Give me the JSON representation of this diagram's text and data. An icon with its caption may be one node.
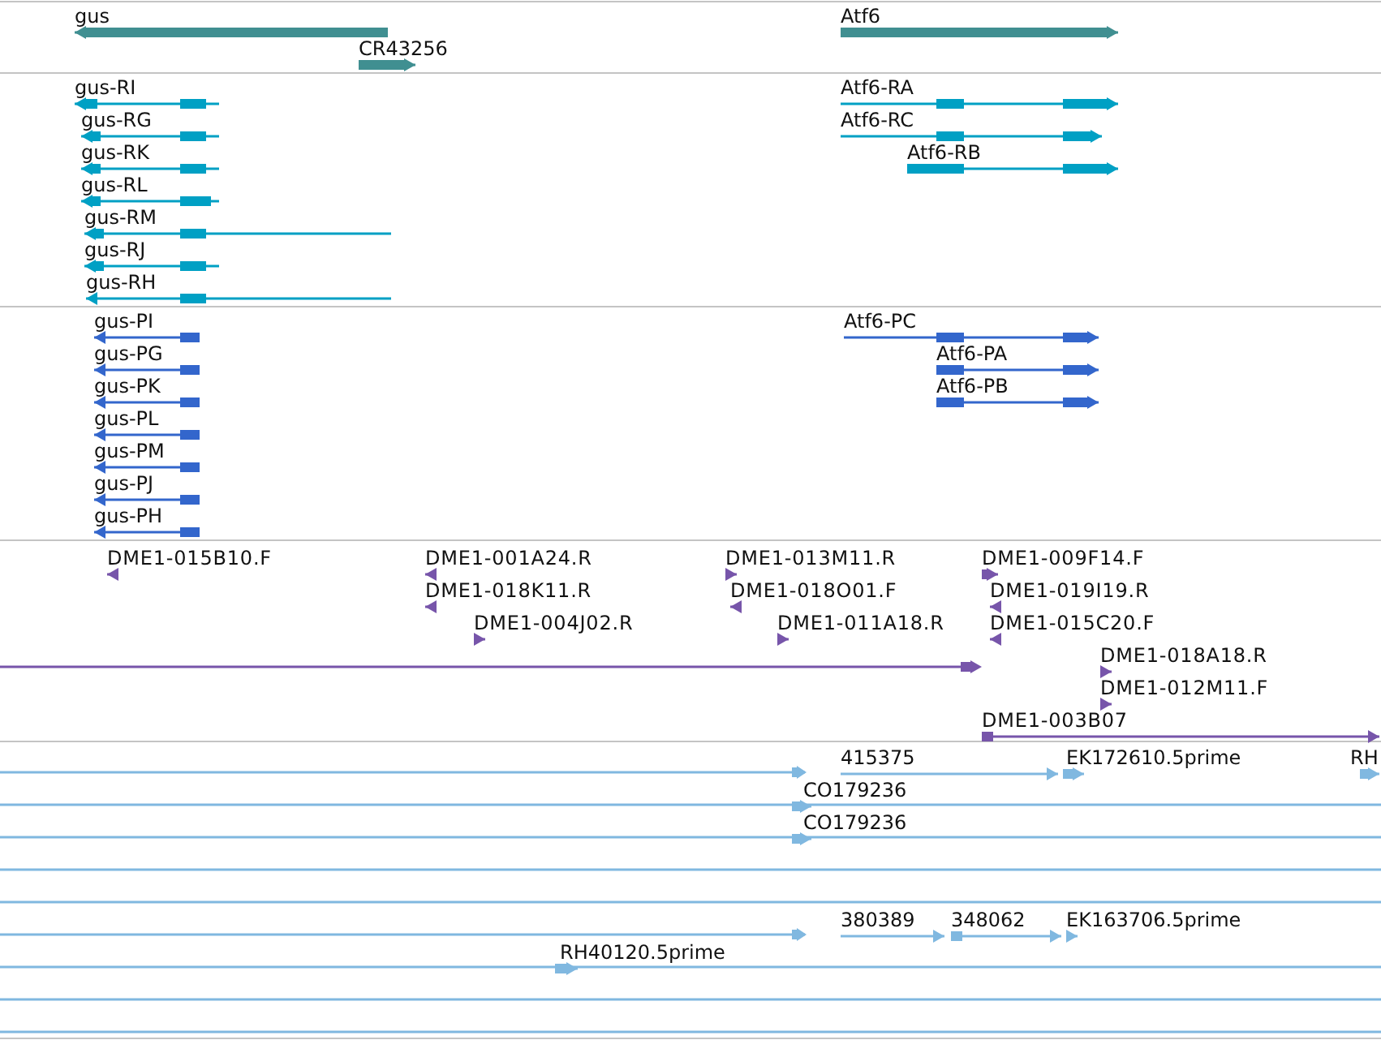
{
  "diagram": {
    "nodes": [
      {
        "text": [
          "gus"
        ]
      },
      {
        "text": [
          "Atf6"
        ]
      },
      {
        "text": [
          "CR43256"
        ]
      },
      {
        "text": [
          "gus-RI"
        ]
      },
      {
        "text": [
          "Atf6-RA"
        ]
      },
      {
        "text": [
          "gus-RG"
        ]
      },
      {
        "text": [
          "Atf6-RC"
        ]
      },
      {
        "text": [
          "gus-RK"
        ]
      },
      {
        "text": [
          "Atf6-RB"
        ]
      },
      {
        "text": [
          "gus-RL"
        ]
      },
      {
        "text": [
          "gus-RM"
        ]
      },
      {
        "text": [
          "gus-RJ"
        ]
      },
      {
        "text": [
          "gus-RH"
        ]
      },
      {
        "text": [
          "gus-PI"
        ]
      },
      {
        "text": [
          "Atf6-PC"
        ]
      },
      {
        "text": [
          "gus-PG"
        ]
      },
      {
        "text": [
          "Atf6-PA"
        ]
      },
      {
        "text": [
          "gus-PK"
        ]
      },
      {
        "text": [
          "Atf6-PB"
        ]
      },
      {
        "text": [
          "gus-PL"
        ]
      },
      {
        "text": [
          "gus-PM"
        ]
      },
      {
        "text": [
          "gus-PJ"
        ]
      },
      {
        "text": [
          "gus-PH"
        ]
      },
      {
        "text": [
          "DME1-015B10.F"
        ]
      },
      {
        "text": [
          "DME1-001A24.R"
        ]
      },
      {
        "text": [
          "DME1-013M11.R"
        ]
      },
      {
        "text": [
          "DME1-009F14.F"
        ]
      },
      {
        "text": [
          "DME1-018K11.R"
        ]
      },
      {
        "text": [
          "DME1-018O01.F"
        ]
      },
      {
        "text": [
          "DME1-019I19.R"
        ]
      },
      {
        "text": [
          "DME1-004J02.R"
        ]
      },
      {
        "text": [
          "DME1-011A18.R"
        ]
      },
      {
        "text": [
          "DME1-015C20.F"
        ]
      },
      {
        "text": [
          "DME1-018A18.R"
        ]
      },
      {
        "text": [
          "DME1-012M11.F"
        ]
      },
      {
        "text": [
          "DME1-003B07"
        ]
      },
      {
        "text": [
          "415375"
        ]
      },
      {
        "text": [
          "EK172610.5prime"
        ]
      },
      {
        "text": [
          "RH"
        ]
      },
      {
        "text": [
          "CO179236"
        ]
      },
      {
        "text": [
          "CO179236"
        ]
      },
      {
        "text": [
          "380389"
        ]
      },
      {
        "text": [
          "348062"
        ]
      },
      {
        "text": [
          "EK163706.5prime"
        ]
      },
      {
        "text": [
          "RH40120.5prime"
        ]
      }
    ]
  }
}
